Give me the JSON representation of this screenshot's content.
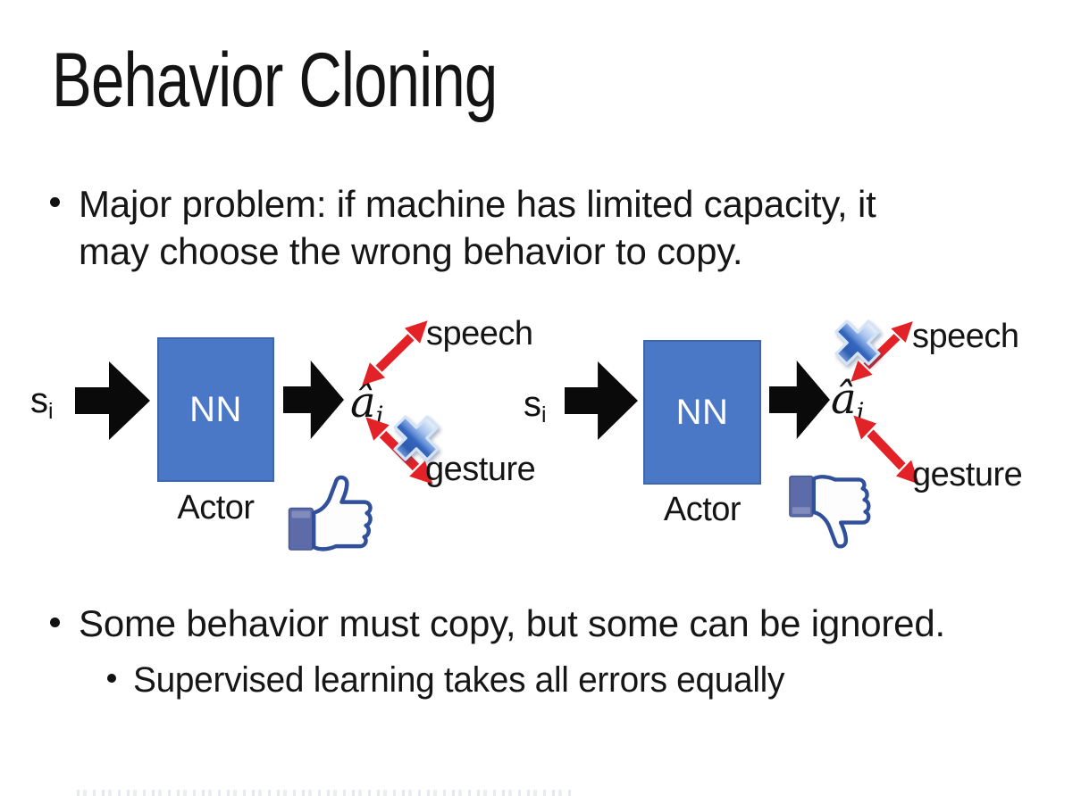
{
  "slide_title": "Behavior Cloning",
  "bullets": {
    "major_problem": "Major problem: if machine has limited capacity, it may choose the wrong behavior to copy.",
    "some_behavior": "Some behavior must copy, but some can be ignored.",
    "supervised": "Supervised learning takes all errors equally"
  },
  "diagrams": [
    {
      "input_var": "s",
      "input_subscript": "i",
      "network_label": "NN",
      "network_caption": "Actor",
      "output_var": "â",
      "output_subscript": "i",
      "action_top": "speech",
      "action_bottom": "gesture",
      "crossed_out": "gesture",
      "feedback_icon": "thumbs-up"
    },
    {
      "input_var": "s",
      "input_subscript": "i",
      "network_label": "NN",
      "network_caption": "Actor",
      "output_var": "â",
      "output_subscript": "i",
      "action_top": "speech",
      "action_bottom": "gesture",
      "crossed_out": "speech",
      "feedback_icon": "thumbs-down"
    }
  ],
  "colors": {
    "network_box": "#4a77c6",
    "arrow_black": "#0a0a0a",
    "arrow_red": "#e32227",
    "cross_blue": "#3566bd",
    "thumb_outline": "#31509b",
    "thumb_sleeve": "#5d6ca9",
    "text": "#161616",
    "background": "#ffffff"
  }
}
